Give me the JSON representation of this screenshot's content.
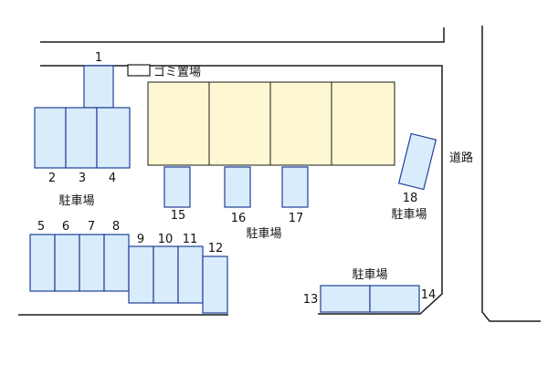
{
  "colors": {
    "parking_fill": "#d9ecfb",
    "parking_stroke": "#1f3f9a",
    "building_fill": "#fdf8d2",
    "building_stroke": "#1a1a1a",
    "line": "#1a1a1a"
  },
  "labels": {
    "garbage": "ゴミ置場",
    "road": "道路",
    "parking_left": "駐車場",
    "parking_center": "駐車場",
    "parking_right": "駐車場",
    "parking_bottom": "駐車場"
  },
  "spaces": {
    "s1": "1",
    "s2": "2",
    "s3": "3",
    "s4": "4",
    "s5": "5",
    "s6": "6",
    "s7": "7",
    "s8": "8",
    "s9": "9",
    "s10": "10",
    "s11": "11",
    "s12": "12",
    "s13": "13",
    "s14": "14",
    "s15": "15",
    "s16": "16",
    "s17": "17",
    "s18": "18"
  }
}
